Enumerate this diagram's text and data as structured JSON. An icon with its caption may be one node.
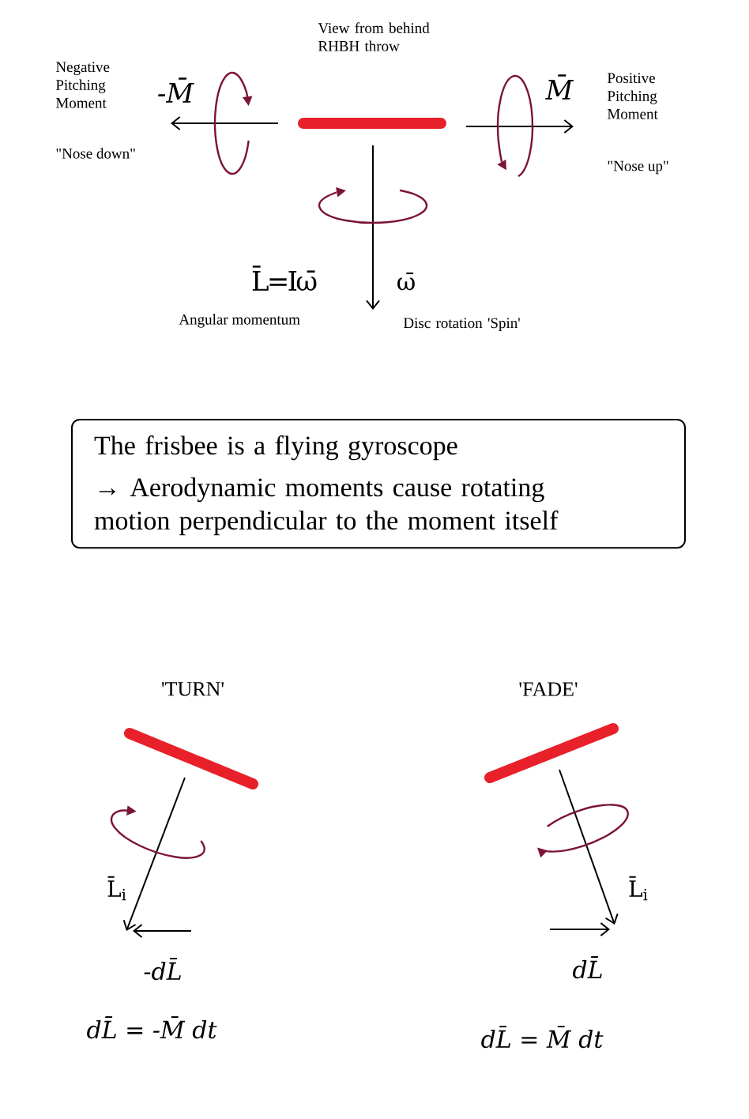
{
  "diagram": {
    "nodes": [
      {
        "text": [
          "The frisbee is a flying gyroscope",
          "→ Aerodynamic moments cause rotating motion perpendicular to the moment itself"
        ]
      }
    ],
    "labels": [
      "View from behind RHBH throw",
      "Negative Pitching Moment",
      "-M̄",
      "M̄",
      "Positive Pitching Moment",
      "\"Nose down\"",
      "\"Nose up\"",
      "L̄=Iω̄",
      "ω̄",
      "Angular momentum",
      "Disc rotation 'Spin'",
      "'TURN'",
      "'FADE'",
      "L̄$_{i}$",
      "L̄$_{i}$",
      "-dL̄",
      "dL̄",
      "dL̄ = -M̄ dt",
      "dL̄ = M̄ dt"
    ]
  }
}
